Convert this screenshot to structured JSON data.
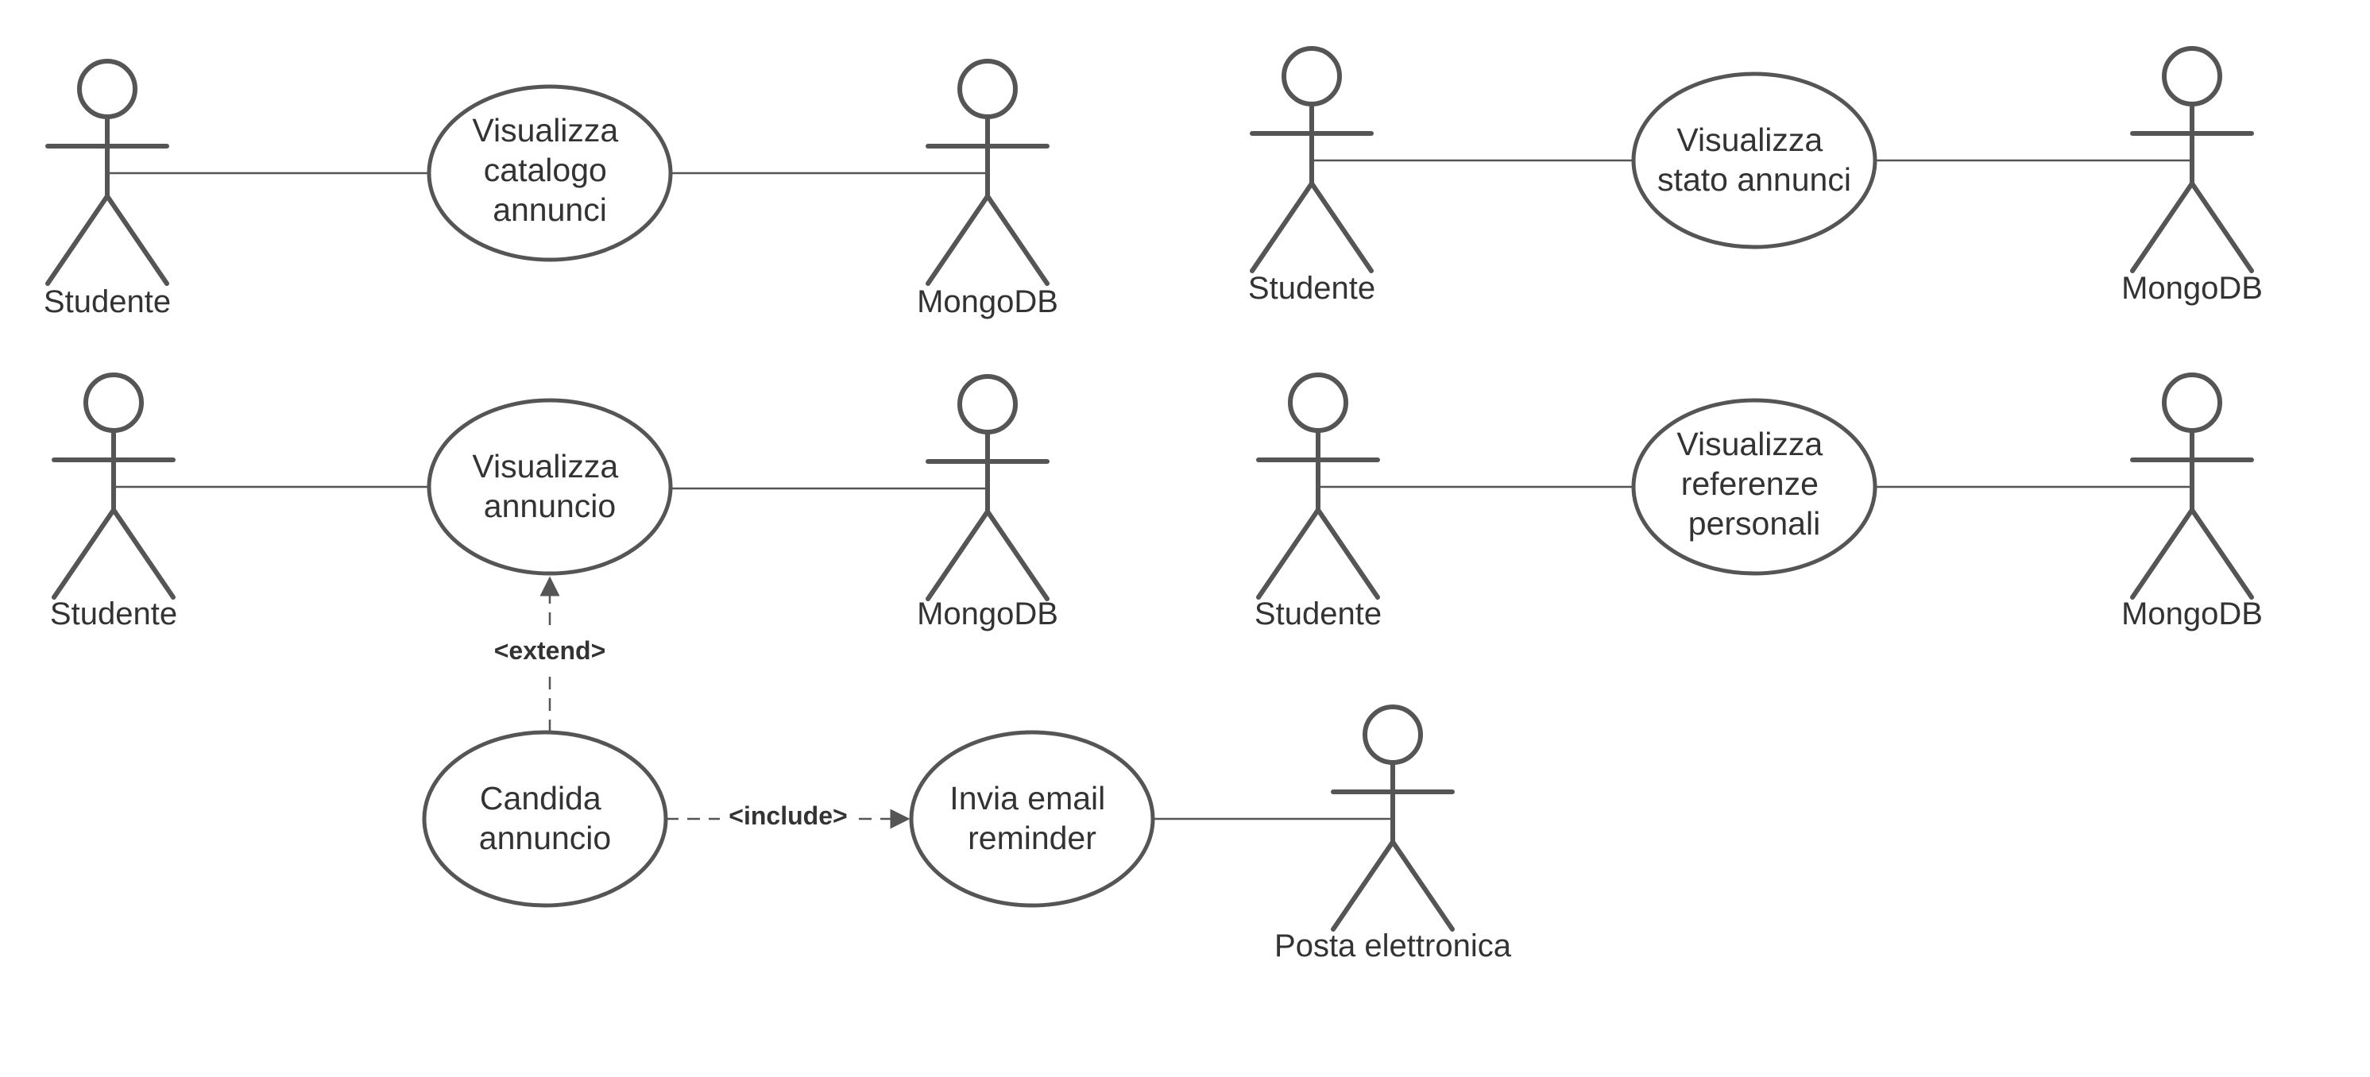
{
  "diagram": {
    "actors": {
      "a1": "Studente",
      "a2": "MongoDB",
      "a3": "Studente",
      "a4": "MongoDB",
      "a5": "Studente",
      "a6": "MongoDB",
      "a7": "Studente",
      "a8": "MongoDB",
      "a9": "Posta elettronica"
    },
    "use_cases": {
      "uc1": [
        "Visualizza",
        "catalogo",
        "annunci"
      ],
      "uc2": [
        "Visualizza",
        "stato annunci"
      ],
      "uc3": [
        "Visualizza",
        "annuncio"
      ],
      "uc4": [
        "Visualizza",
        "referenze",
        "personali"
      ],
      "uc5": [
        "Candida",
        "annuncio"
      ],
      "uc6": [
        "Invia email",
        "reminder"
      ]
    },
    "relations": {
      "extend": "<extend>",
      "include": "<include>"
    }
  },
  "colors": {
    "stroke": "#555555",
    "text": "#333333",
    "background": "#ffffff"
  }
}
